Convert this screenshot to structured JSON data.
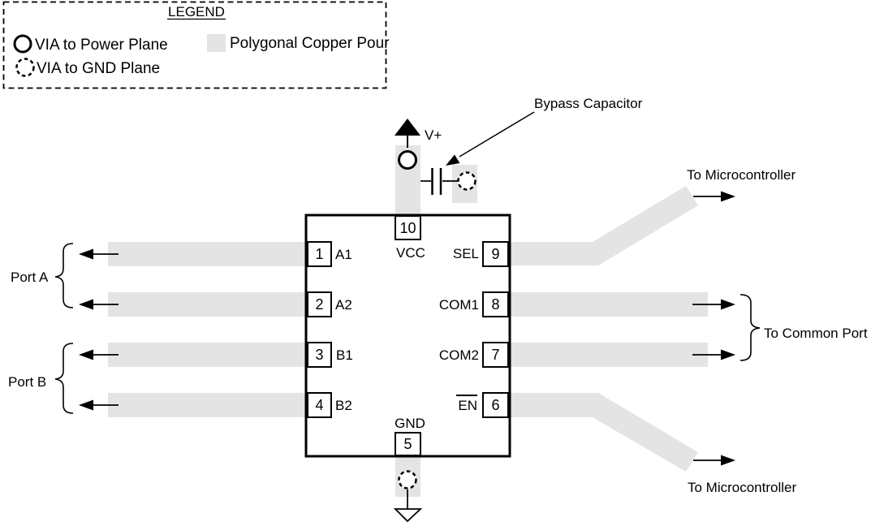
{
  "colors": {
    "copper_pour": "#e4e4e4",
    "line": "#000000",
    "background": "#ffffff"
  },
  "legend": {
    "title": "LEGEND",
    "items": [
      {
        "symbol": "via-power-icon",
        "label": "VIA to Power Plane"
      },
      {
        "symbol": "via-gnd-icon",
        "label": "VIA to GND Plane"
      },
      {
        "symbol": "copper-pour-swatch",
        "label": "Polygonal Copper Pour"
      }
    ]
  },
  "power": {
    "rail_label": "V+",
    "bypass_label": "Bypass Capacitor"
  },
  "ic": {
    "pins": [
      {
        "number": "1",
        "name": "A1",
        "side": "left"
      },
      {
        "number": "2",
        "name": "A2",
        "side": "left"
      },
      {
        "number": "3",
        "name": "B1",
        "side": "left"
      },
      {
        "number": "4",
        "name": "B2",
        "side": "left"
      },
      {
        "number": "5",
        "name": "GND",
        "side": "bottom"
      },
      {
        "number": "6",
        "name": "EN",
        "side": "right",
        "overline": true
      },
      {
        "number": "7",
        "name": "COM2",
        "side": "right"
      },
      {
        "number": "8",
        "name": "COM1",
        "side": "right"
      },
      {
        "number": "9",
        "name": "SEL",
        "side": "right"
      },
      {
        "number": "10",
        "name": "VCC",
        "side": "top"
      }
    ]
  },
  "annotations": {
    "port_a": "Port A",
    "port_b": "Port B",
    "to_microcontroller_top": "To Microcontroller",
    "to_common_port": "To Common Port",
    "to_microcontroller_bottom": "To Microcontroller"
  }
}
